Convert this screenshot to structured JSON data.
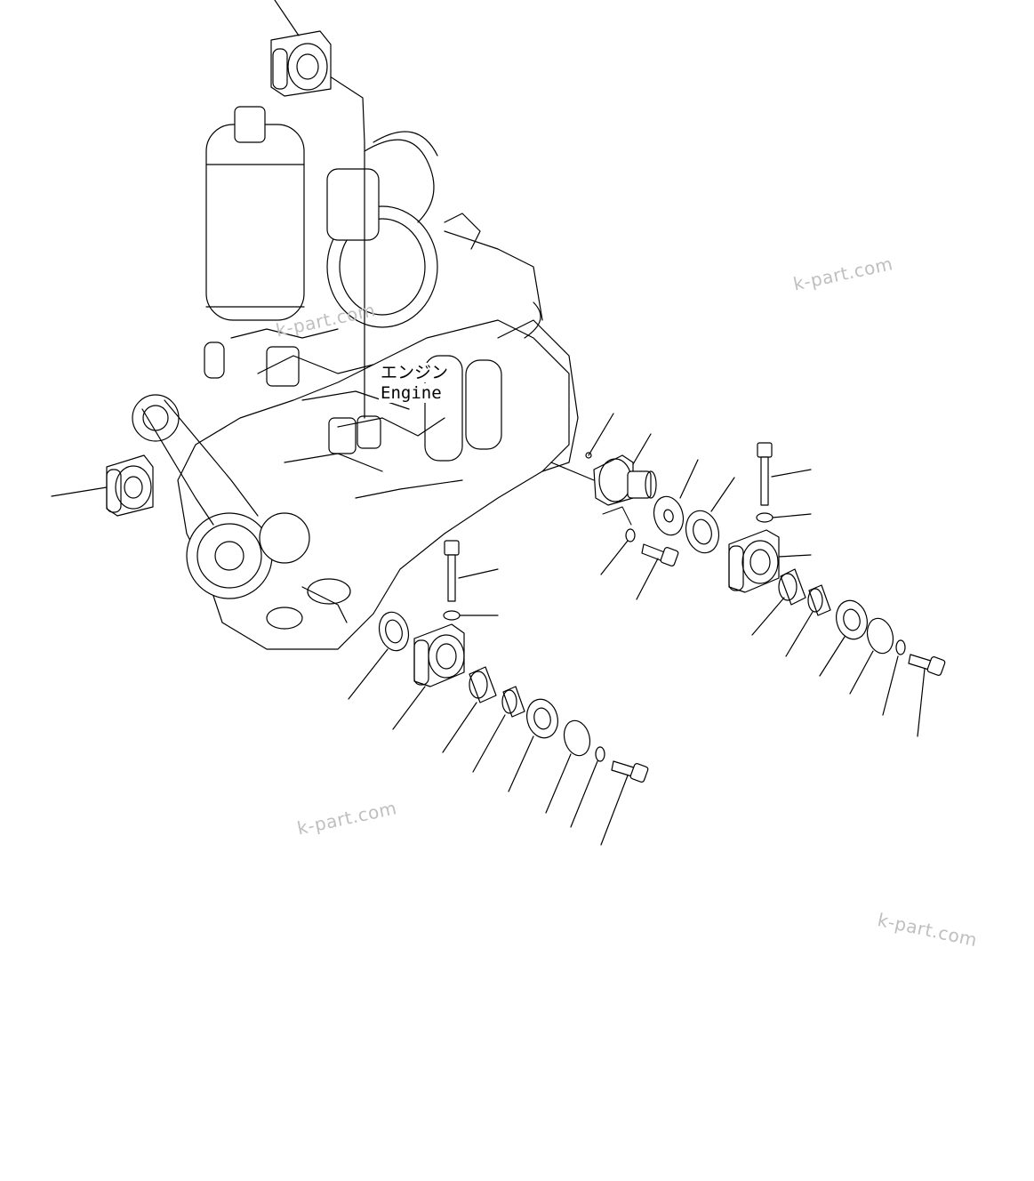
{
  "label": {
    "jp": "エンジン",
    "en": "Engine"
  },
  "watermarks": [
    "k-part.com",
    "k-part.com",
    "k-part.com",
    "k-part.com"
  ]
}
